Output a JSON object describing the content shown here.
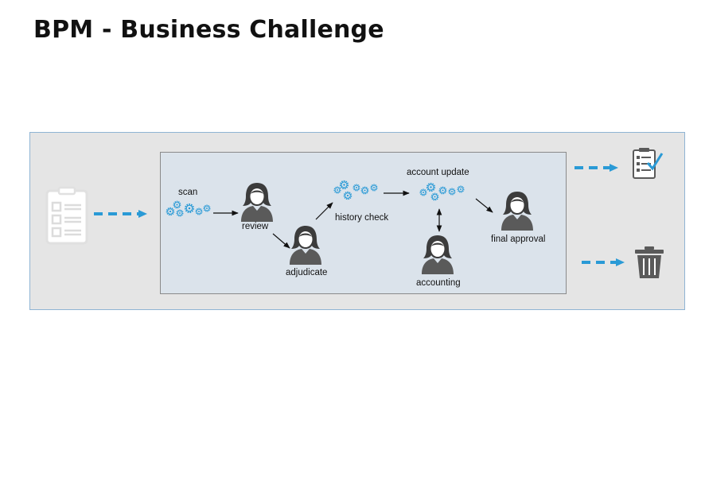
{
  "title": "BPM - Business Challenge",
  "steps": {
    "scan": "scan",
    "review": "review",
    "adjudicate": "adjudicate",
    "history_check": "history check",
    "account_update": "account update",
    "accounting": "accounting",
    "final_approval": "final approval"
  },
  "colors": {
    "accent": "#2a9ad6",
    "person": "#5a5a5a",
    "outer_bg": "#e5e5e5",
    "inner_bg": "#dbe3eb"
  },
  "icons": {
    "input": "clipboard-form-icon",
    "approved": "clipboard-check-icon",
    "rejected": "trash-can-icon",
    "automated": "gears-icon",
    "human": "person-icon"
  }
}
